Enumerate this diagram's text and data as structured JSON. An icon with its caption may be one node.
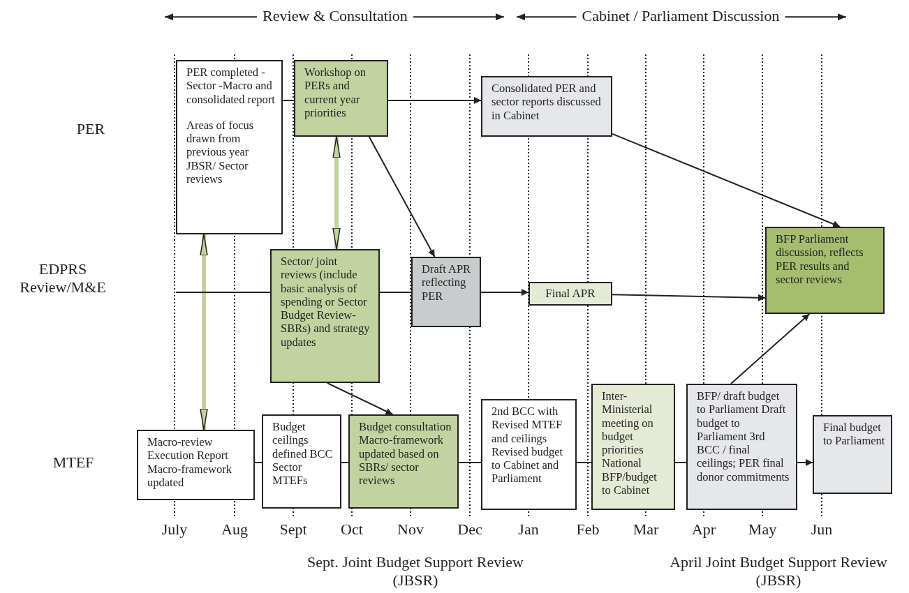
{
  "diagram": {
    "nodes": [
      {
        "text": [
          "PER completed -Sector -Macro and consolidated report",
          "Areas of focus drawn from previous year JBSR/ Sector reviews"
        ]
      },
      {
        "text": [
          "Workshop on PERs and current year priorities"
        ]
      },
      {
        "text": [
          "Consolidated PER and sector reports discussed in Cabinet"
        ]
      },
      {
        "text": [
          "Sector/ joint reviews (include basic analysis of spending or Sector Budget Review-SBRs) and strategy updates"
        ]
      },
      {
        "text": [
          "Draft APR reflecting PER"
        ]
      },
      {
        "text": [
          "Final APR"
        ]
      },
      {
        "text": [
          "BFP Parliament discussion, reflects PER results and sector reviews"
        ]
      },
      {
        "text": [
          "Macro-review Execution Report Macro-framework updated"
        ]
      },
      {
        "text": [
          "Budget ceilings defined BCC Sector MTEFs"
        ]
      },
      {
        "text": [
          "Budget consultation Macro-framework updated based on SBRs/ sector reviews"
        ]
      },
      {
        "text": [
          "2nd BCC with Revised MTEF and ceilings Revised budget to Cabinet and Parliament"
        ]
      },
      {
        "text": [
          "Inter-Ministerial meeting on budget priorities National BFP/budget to Cabinet"
        ]
      },
      {
        "text": [
          "BFP/ draft budget to Parliament Draft budget to Parliament 3rd BCC / final ceilings; PER final donor commitments"
        ]
      },
      {
        "text": [
          "Final budget to Parliament"
        ]
      }
    ],
    "edges": [
      {
        "from": 0,
        "to": 1,
        "arrow": "none"
      },
      {
        "from": 1,
        "to": 2,
        "arrow": "to"
      },
      {
        "from": 1,
        "to": 4,
        "arrow": "to"
      },
      {
        "from": 2,
        "to": 6,
        "arrow": "to"
      },
      {
        "from": 0,
        "to": 7,
        "arrow": "both",
        "style": "thick",
        "color": "#c2d3a0"
      },
      {
        "from": 1,
        "to": 3,
        "arrow": "both",
        "style": "thick",
        "color": "#c2d3a0"
      },
      {
        "from": null,
        "to": 3,
        "arrow": "none"
      },
      {
        "from": 3,
        "to": 4,
        "arrow": "none"
      },
      {
        "from": 4,
        "to": 5,
        "arrow": "to"
      },
      {
        "from": 5,
        "to": 6,
        "arrow": "to"
      },
      {
        "from": 3,
        "to": 9,
        "arrow": "to"
      },
      {
        "from": 12,
        "to": 6,
        "arrow": "to"
      },
      {
        "from": 7,
        "to": 8,
        "arrow": "none"
      },
      {
        "from": 8,
        "to": 9,
        "arrow": "none"
      },
      {
        "from": 9,
        "to": 10,
        "arrow": "none"
      },
      {
        "from": 10,
        "to": 11,
        "arrow": "none"
      },
      {
        "from": 11,
        "to": 12,
        "arrow": "none"
      },
      {
        "from": 12,
        "to": 13,
        "arrow": "to"
      }
    ],
    "labels": [
      "Review & Consultation",
      "Cabinet / Parliament Discussion",
      "PER",
      "EDPRS Review/M&E",
      "MTEF",
      "July",
      "Aug",
      "Sept",
      "Oct",
      "Nov",
      "Dec",
      "Jan",
      "Feb",
      "Mar",
      "Apr",
      "May",
      "Jun",
      "Sept. Joint Budget Support Review (JBSR)",
      "April Joint Budget Support Review (JBSR)"
    ]
  }
}
